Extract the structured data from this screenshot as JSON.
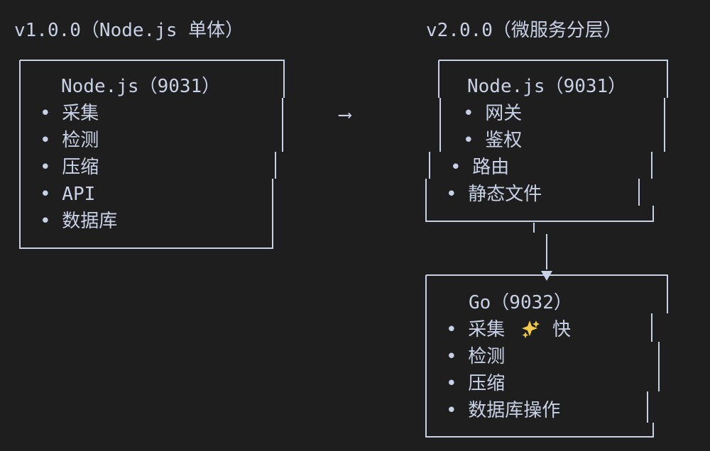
{
  "left": {
    "title": "v1.0.0（Node.js 单体）",
    "box_title": "Node.js（9031）",
    "items": [
      "• 采集",
      "• 检测",
      "• 压缩",
      "• API",
      "• 数据库"
    ]
  },
  "flow_arrow": "⟶",
  "right": {
    "title": "v2.0.0（微服务分层）",
    "top_box": {
      "title": "Node.js（9031）",
      "items": [
        "• 网关",
        "• 鉴权",
        "• 路由",
        "• 静态文件"
      ]
    },
    "bottom_box": {
      "title": "Go（9032）",
      "items": [
        "• 采集",
        "• 检测",
        "• 压缩",
        "• 数据库操作"
      ],
      "first_item_suffix": "快",
      "sparkle_icon": "sparkles-icon"
    }
  }
}
